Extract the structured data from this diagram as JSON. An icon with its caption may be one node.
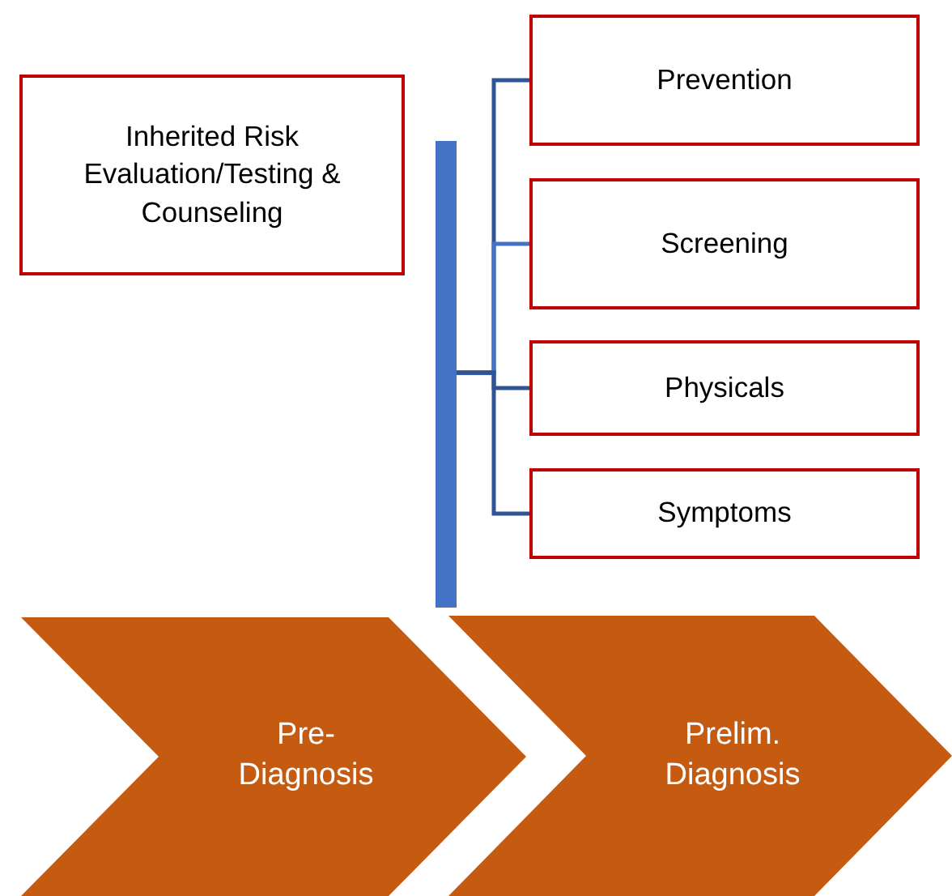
{
  "diagram": {
    "nodes": [
      {
        "text": [
          "Inherited Risk Evaluation/Testing  & Counseling"
        ]
      },
      {
        "text": [
          "Prevention"
        ]
      },
      {
        "text": [
          "Screening"
        ]
      },
      {
        "text": [
          "Physicals"
        ]
      },
      {
        "text": [
          "Symptoms"
        ]
      },
      {
        "text": [],
        "shape": "bar"
      },
      {
        "text": [
          "Pre- Diagnosis"
        ]
      },
      {
        "text": [
          "Prelim. Diagnosis"
        ]
      }
    ],
    "edges": [
      {
        "from": 5,
        "to": 1,
        "arrow": "none"
      },
      {
        "from": 5,
        "to": 2,
        "arrow": "none",
        "color": "#4472c4"
      },
      {
        "from": 5,
        "to": 3,
        "arrow": "none"
      },
      {
        "from": 5,
        "to": 4,
        "arrow": "none"
      }
    ]
  }
}
